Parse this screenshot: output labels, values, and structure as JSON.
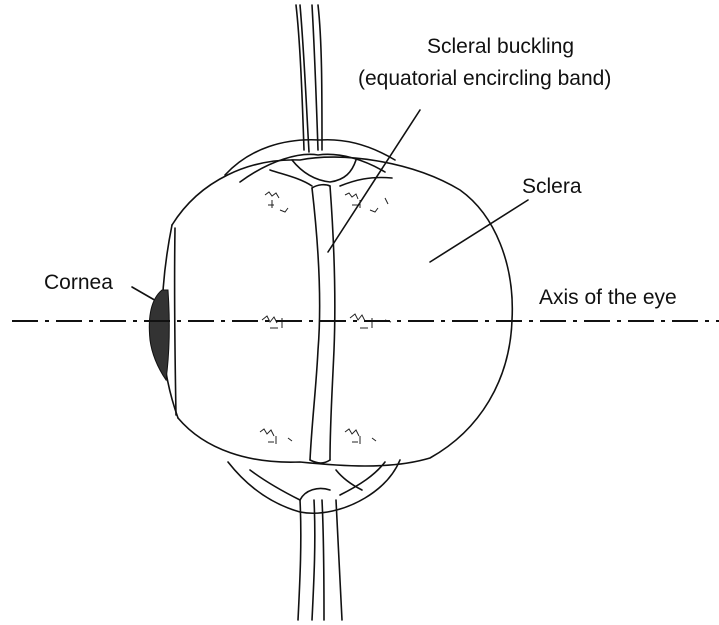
{
  "labels": {
    "scleral_buckling_line1": "Scleral buckling",
    "scleral_buckling_line2": "(equatorial encircling band)",
    "sclera": "Sclera",
    "cornea": "Cornea",
    "axis": "Axis of the eye"
  },
  "colors": {
    "ink": "#111111",
    "background": "#ffffff"
  }
}
